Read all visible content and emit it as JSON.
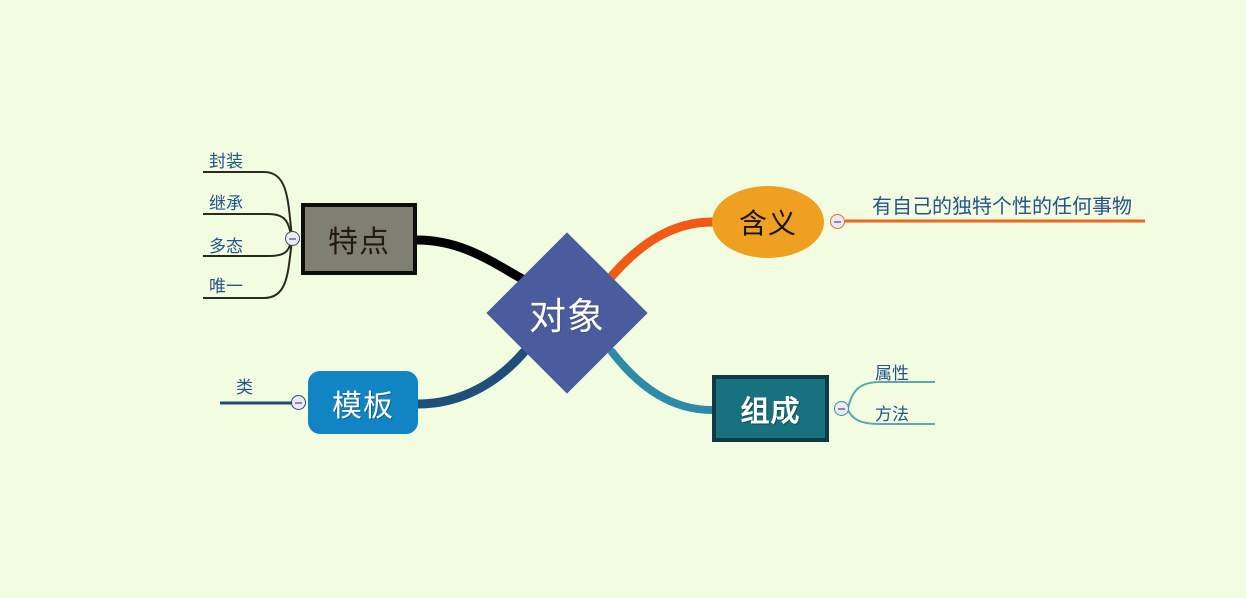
{
  "diagram": {
    "type": "mind-map",
    "title": "对象",
    "background_color": "#f1fce1"
  },
  "center": {
    "label": "对象",
    "shape": "diamond",
    "fill": "#4a5c9e",
    "text_color": "#ffffff"
  },
  "branches": [
    {
      "id": "tedian",
      "label": "特点",
      "shape": "rectangle",
      "fill": "#7f7f74",
      "border_color": "#0d0d0d",
      "text_color": "#241a0d",
      "branch_color": "#000000",
      "side": "left",
      "children": [
        {
          "label": "封装"
        },
        {
          "label": "继承"
        },
        {
          "label": "多态"
        },
        {
          "label": "唯一"
        }
      ],
      "toggle": "collapse-minus"
    },
    {
      "id": "hanyi",
      "label": "含义",
      "shape": "ellipse",
      "fill": "#efa020",
      "text_color": "#141414",
      "branch_color": "#f05a14",
      "side": "right",
      "children": [
        {
          "label": "有自己的独特个性的任何事物"
        }
      ],
      "toggle": "collapse-minus"
    },
    {
      "id": "muban",
      "label": "模板",
      "shape": "rounded-rectangle",
      "fill": "#1184c4",
      "text_color": "#ffffff",
      "branch_color": "#1f4e79",
      "side": "left",
      "children": [
        {
          "label": "类"
        }
      ],
      "toggle": "collapse-minus"
    },
    {
      "id": "zucheng",
      "label": "组成",
      "shape": "rectangle",
      "fill": "#17717f",
      "border_color": "#0f3a44",
      "text_color": "#ffffff",
      "branch_color": "#2e8ba8",
      "side": "right",
      "children": [
        {
          "label": "属性"
        },
        {
          "label": "方法"
        }
      ],
      "toggle": "collapse-minus"
    }
  ],
  "leaf_text_color": "#26548a"
}
